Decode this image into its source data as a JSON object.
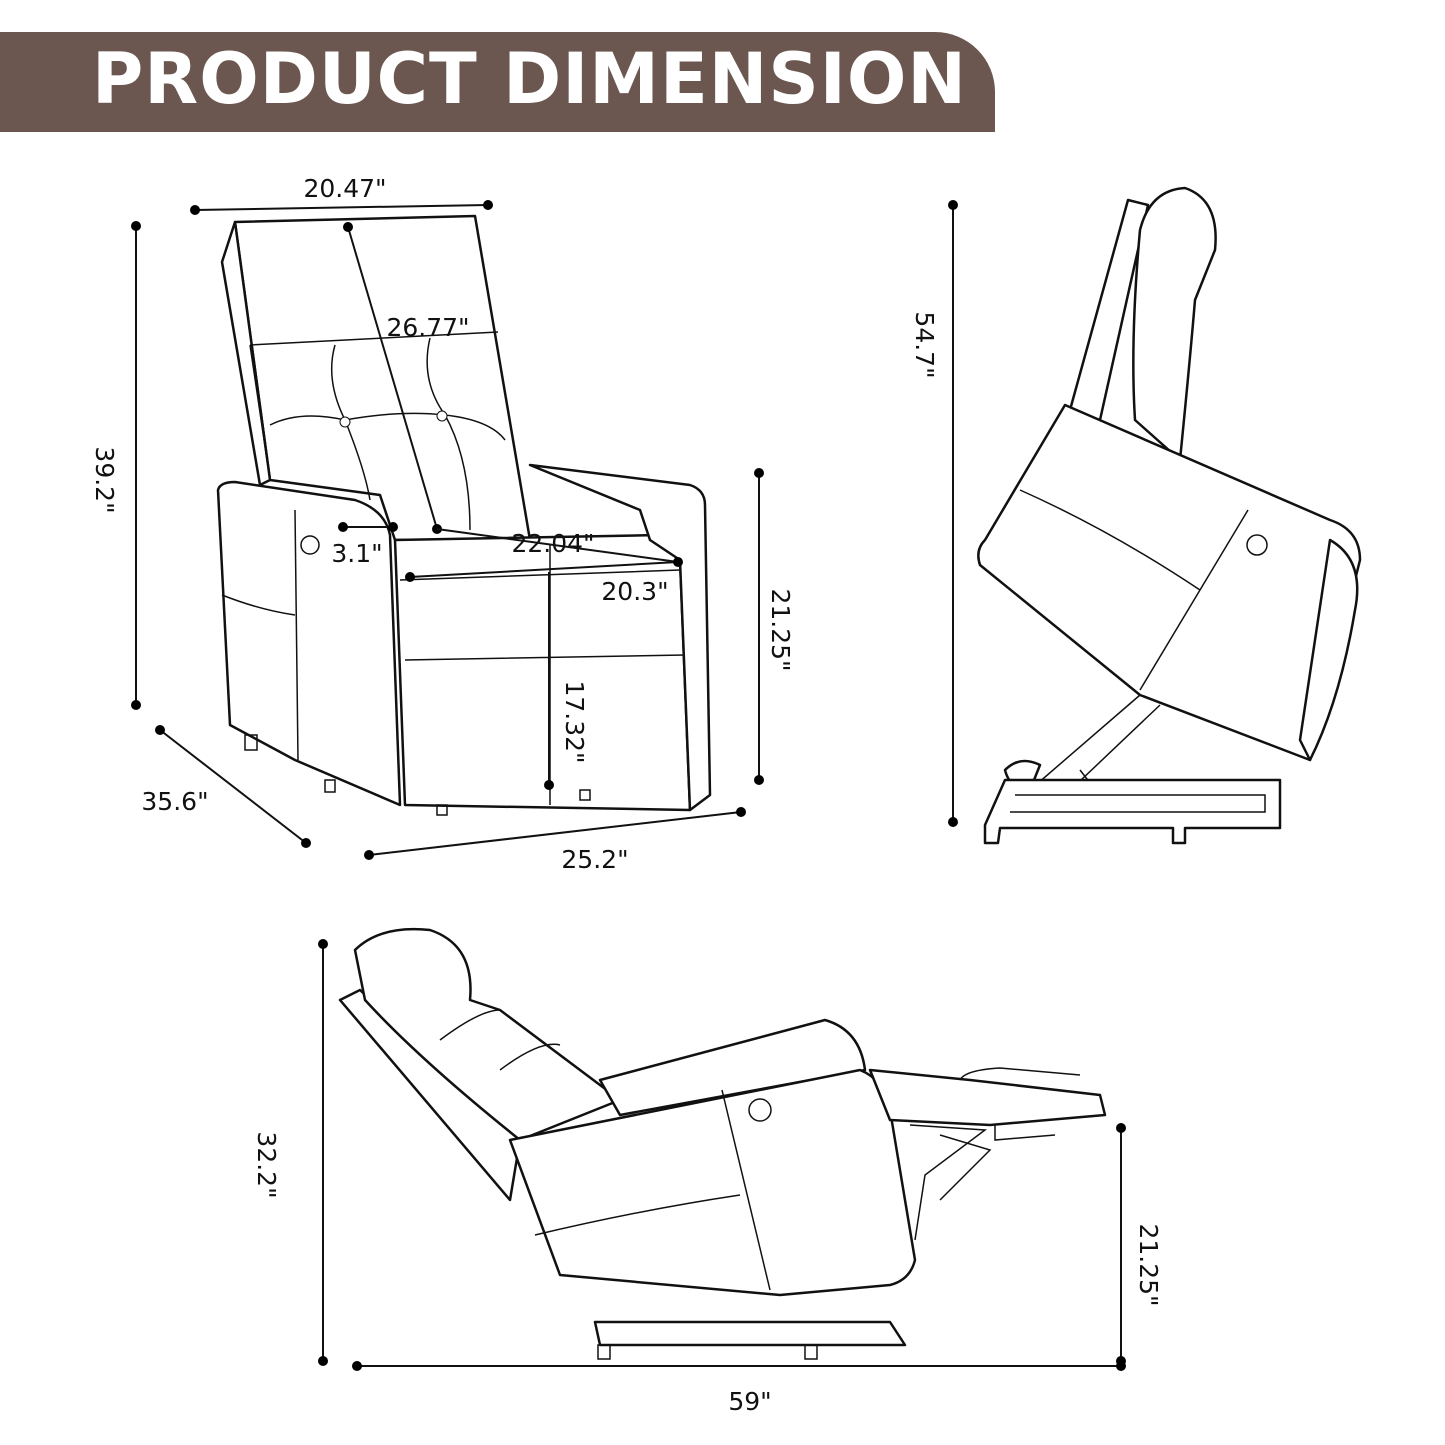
{
  "header": {
    "title": "PRODUCT DIMENSION",
    "background": "#6b5750"
  },
  "front_view": {
    "top_width": "20.47\"",
    "back_height": "26.77\"",
    "overall_height": "39.2\"",
    "arm_width": "3.1\"",
    "seat_depth": "22.04\"",
    "seat_width": "20.3\"",
    "arm_height": "21.25\"",
    "seat_height": "17.32\"",
    "depth": "35.6\"",
    "width": "25.2\""
  },
  "lift_view": {
    "height": "54.7\""
  },
  "recline_view": {
    "height": "32.2\"",
    "footrest_height": "21.25\"",
    "length": "59\""
  }
}
